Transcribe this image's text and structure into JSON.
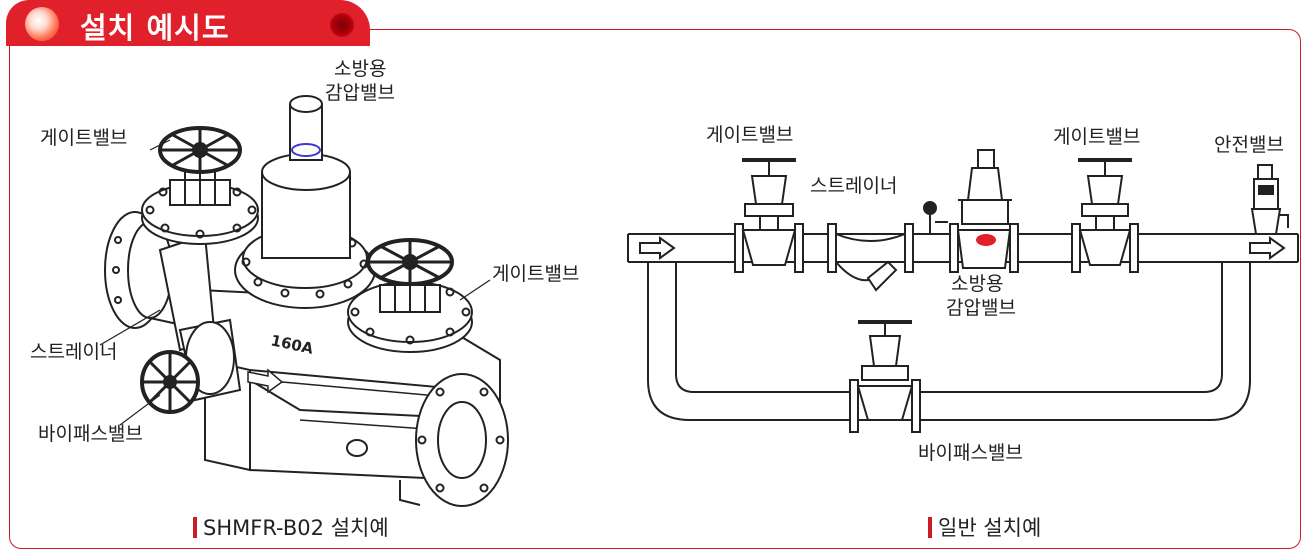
{
  "header": {
    "title": "설치 예시도"
  },
  "left_figure": {
    "labels": {
      "pressure_valve_line1": "소방용",
      "pressure_valve_line2": "감압밸브",
      "gate_valve_left": "게이트밸브",
      "gate_valve_right": "게이트밸브",
      "strainer": "스트레이너",
      "bypass_valve": "바이패스밸브",
      "body_marking": "160A"
    },
    "caption": "SHMFR-B02 설치예"
  },
  "right_figure": {
    "labels": {
      "gate_valve_left": "게이트밸브",
      "gate_valve_right": "게이트밸브",
      "safety_valve": "안전밸브",
      "strainer": "스트레이너",
      "pressure_valve_line1": "소방용",
      "pressure_valve_line2": "감압밸브",
      "bypass_valve": "바이패스밸브"
    },
    "caption": "일반 설치예"
  },
  "colors": {
    "accent": "#e0202a",
    "border": "#c81d25",
    "line": "#222222",
    "valve_dot": "#e0202a"
  }
}
